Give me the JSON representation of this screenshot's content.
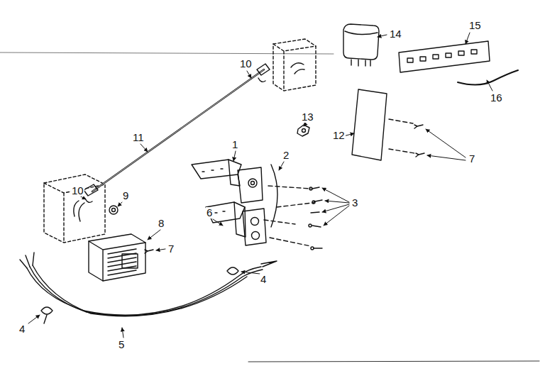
{
  "diagram": {
    "labels": [
      "10",
      "14",
      "15",
      "16",
      "13",
      "12",
      "7",
      "11",
      "1",
      "2",
      "10",
      "9",
      "3",
      "6",
      "8",
      "7",
      "4",
      "4",
      "5"
    ]
  }
}
